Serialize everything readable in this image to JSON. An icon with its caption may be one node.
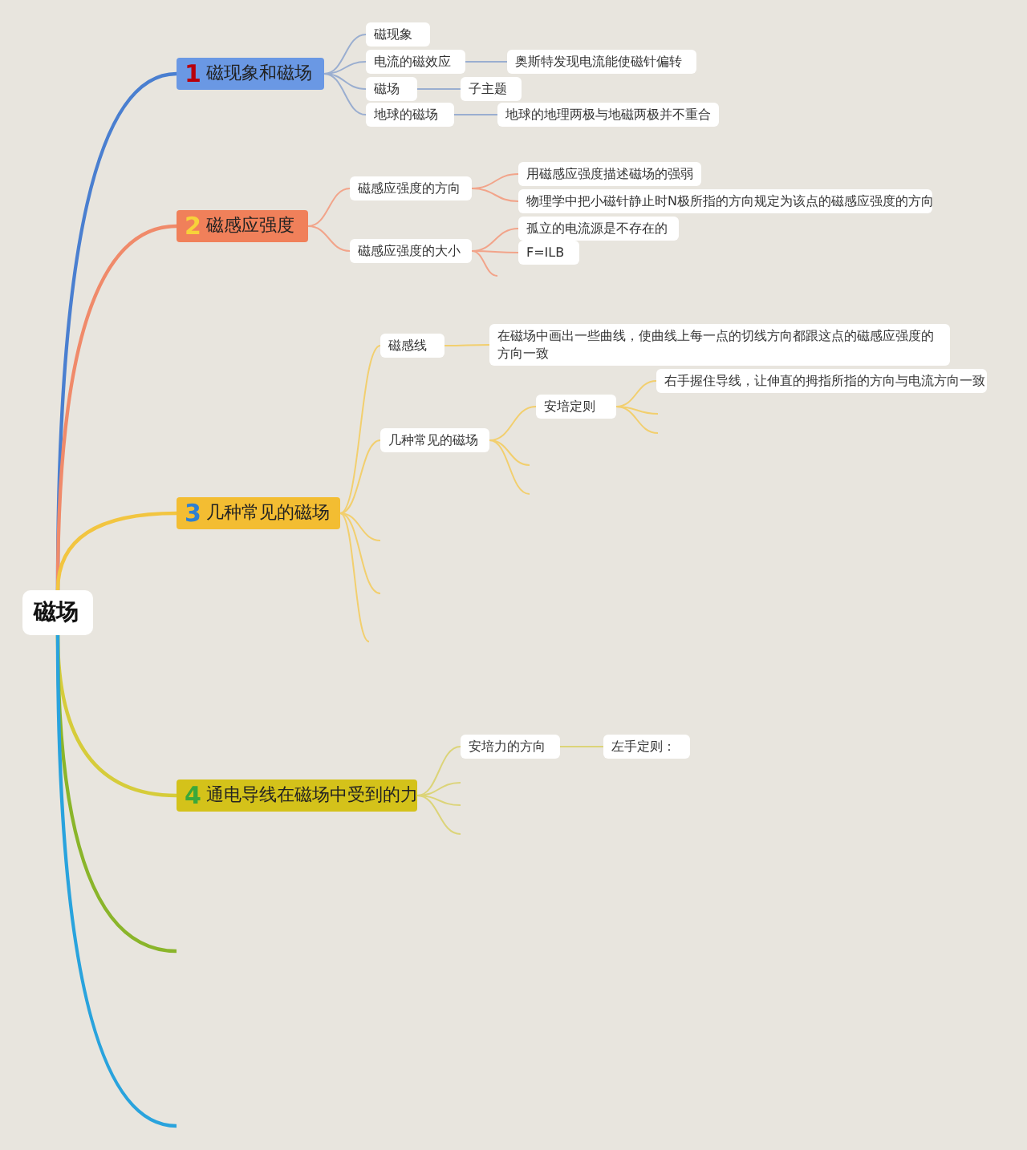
{
  "diagram": {
    "nodes": [
      {
        "text": [
          "磁场"
        ]
      },
      {
        "text": [
          "1",
          "磁现象和磁场"
        ]
      },
      {
        "text": [
          "磁现象"
        ]
      },
      {
        "text": [
          "电流的磁效应"
        ]
      },
      {
        "text": [
          "奥斯特发现电流能使磁针偏转"
        ]
      },
      {
        "text": [
          "磁场"
        ]
      },
      {
        "text": [
          "子主题"
        ]
      },
      {
        "text": [
          "地球的磁场"
        ]
      },
      {
        "text": [
          "地球的地理两极与地磁两极并不重合"
        ]
      },
      {
        "text": [
          "2",
          "磁感应强度"
        ]
      },
      {
        "text": [
          "磁感应强度的方向"
        ]
      },
      {
        "text": [
          "用磁感应强度描述磁场的强弱"
        ]
      },
      {
        "text": [
          "物理学中把小磁针静止时N极所指的方向规定为该点的磁感应强度的方向"
        ]
      },
      {
        "text": [
          "磁感应强度的大小"
        ]
      },
      {
        "text": [
          "孤立的电流源是不存在的"
        ]
      },
      {
        "text": [
          "F=ILB"
        ]
      },
      {
        "text": [
          "3",
          "几种常见的磁场"
        ]
      },
      {
        "text": [
          "磁感线"
        ]
      },
      {
        "text": [
          "在磁场中画出一些曲线，使曲线上每一点的切线方向都跟这点的磁感应强度的方向一致"
        ]
      },
      {
        "text": [
          "几种常见的磁场"
        ]
      },
      {
        "text": [
          "安培定则"
        ]
      },
      {
        "text": [
          "右手握住导线，让伸直的拇指所指的方向与电流方向一致"
        ]
      },
      {
        "text": [
          "4",
          "通电导线在磁场中受到的力"
        ]
      },
      {
        "text": [
          "安培力的方向"
        ]
      },
      {
        "text": [
          "左手定则："
        ]
      }
    ],
    "edges": [
      {
        "from": 0,
        "to": 1,
        "arrow": "none",
        "color": "#4a7fd0"
      },
      {
        "from": 0,
        "to": 9,
        "arrow": "none",
        "color": "#f08a6a"
      },
      {
        "from": 0,
        "to": 16,
        "arrow": "none",
        "color": "#f2c540"
      },
      {
        "from": 0,
        "to": 22,
        "arrow": "none",
        "color": "#d6cc3a"
      },
      {
        "from": 0,
        "to": null,
        "arrow": "none",
        "color": "#8ab52a"
      },
      {
        "from": 0,
        "to": null,
        "arrow": "none",
        "color": "#29a3dd"
      },
      {
        "from": 1,
        "to": 2,
        "arrow": "none",
        "color": "#9aaed0"
      },
      {
        "from": 1,
        "to": 3,
        "arrow": "none",
        "color": "#9aaed0"
      },
      {
        "from": 1,
        "to": 5,
        "arrow": "none",
        "color": "#9aaed0"
      },
      {
        "from": 1,
        "to": 7,
        "arrow": "none",
        "color": "#9aaed0"
      },
      {
        "from": 3,
        "to": 4,
        "arrow": "none",
        "color": "#9aaed0"
      },
      {
        "from": 5,
        "to": 6,
        "arrow": "none",
        "color": "#9aaed0"
      },
      {
        "from": 7,
        "to": 8,
        "arrow": "none",
        "color": "#9aaed0"
      },
      {
        "from": 9,
        "to": 10,
        "arrow": "none",
        "color": "#f2a48a"
      },
      {
        "from": 9,
        "to": 13,
        "arrow": "none",
        "color": "#f2a48a"
      },
      {
        "from": 10,
        "to": 11,
        "arrow": "none",
        "color": "#f2a48a"
      },
      {
        "from": 10,
        "to": 12,
        "arrow": "none",
        "color": "#f2a48a"
      },
      {
        "from": 13,
        "to": 14,
        "arrow": "none",
        "color": "#f2a48a"
      },
      {
        "from": 13,
        "to": 15,
        "arrow": "none",
        "color": "#f2a48a"
      },
      {
        "from": 13,
        "to": null,
        "arrow": "none",
        "color": "#f2a48a"
      },
      {
        "from": 16,
        "to": 17,
        "arrow": "none",
        "color": "#f2cf6e"
      },
      {
        "from": 16,
        "to": 19,
        "arrow": "none",
        "color": "#f2cf6e"
      },
      {
        "from": 16,
        "to": null,
        "arrow": "none",
        "color": "#f2cf6e"
      },
      {
        "from": 16,
        "to": null,
        "arrow": "none",
        "color": "#f2cf6e"
      },
      {
        "from": 16,
        "to": null,
        "arrow": "none",
        "color": "#f2cf6e"
      },
      {
        "from": 17,
        "to": 18,
        "arrow": "none",
        "color": "#f2cf6e"
      },
      {
        "from": 19,
        "to": 20,
        "arrow": "none",
        "color": "#f2cf6e"
      },
      {
        "from": 19,
        "to": null,
        "arrow": "none",
        "color": "#f2cf6e"
      },
      {
        "from": 19,
        "to": null,
        "arrow": "none",
        "color": "#f2cf6e"
      },
      {
        "from": 20,
        "to": 21,
        "arrow": "none",
        "color": "#f2cf6e"
      },
      {
        "from": 20,
        "to": null,
        "arrow": "none",
        "color": "#f2cf6e"
      },
      {
        "from": 20,
        "to": null,
        "arrow": "none",
        "color": "#f2cf6e"
      },
      {
        "from": 22,
        "to": 23,
        "arrow": "none",
        "color": "#dcd478"
      },
      {
        "from": 22,
        "to": null,
        "arrow": "none",
        "color": "#dcd478"
      },
      {
        "from": 22,
        "to": null,
        "arrow": "none",
        "color": "#dcd478"
      },
      {
        "from": 22,
        "to": null,
        "arrow": "none",
        "color": "#dcd478"
      },
      {
        "from": 23,
        "to": 24,
        "arrow": "none",
        "color": "#dcd478"
      }
    ]
  }
}
